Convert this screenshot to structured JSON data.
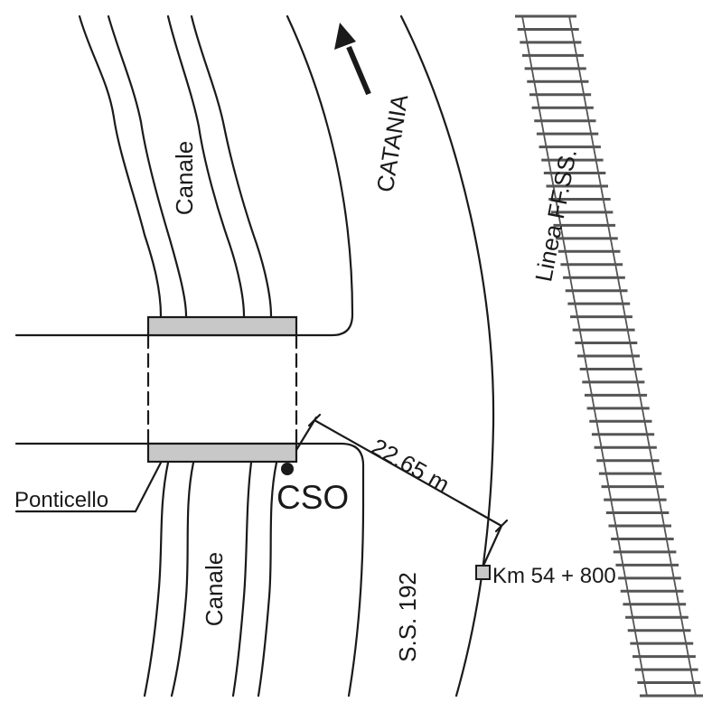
{
  "labels": {
    "canale_top": "Canale",
    "canale_bottom": "Canale",
    "catania": "CATANIA",
    "linea": "Linea FF.SS.",
    "distance": "22.65 m",
    "cso": "CSO",
    "ponticello": "Ponticello",
    "km": "Km 54 + 800",
    "road": "S.S. 192"
  },
  "colors": {
    "line": "#1a1a1a",
    "bridge_fill": "#c8c8c8",
    "marker_fill": "#c8c8c8",
    "rail": "#555555"
  },
  "icons": {
    "arrow": "north-arrow-icon",
    "cso_point": "cso-point-icon",
    "km_marker": "km-marker-icon"
  }
}
